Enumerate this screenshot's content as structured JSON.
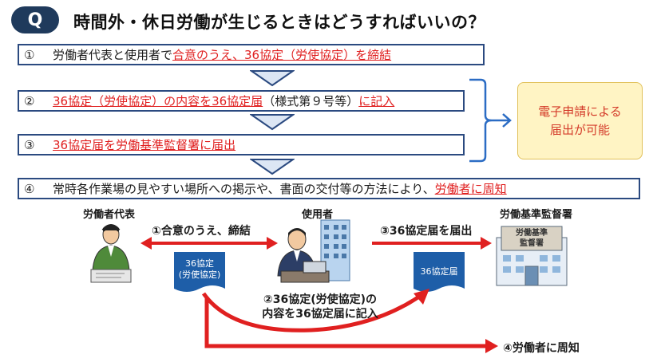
{
  "header": {
    "badge": "Q",
    "title": "時間外・休日労働が生じるときはどうすればいいの？"
  },
  "steps": [
    {
      "num": "①",
      "text1": "労働者代表と使用者で",
      "red1": "合意のうえ、36協定（労使協定）を締結",
      "text2": "",
      "red2": ""
    },
    {
      "num": "②",
      "text1": "",
      "red1": "36協定（労使協定）の内容を36協定届",
      "text2": "（様式第９号等）",
      "red2": "に記入"
    },
    {
      "num": "③",
      "text1": "",
      "red1": "36協定届を労働基準監督署に届出",
      "text2": "",
      "red2": ""
    },
    {
      "num": "④",
      "text1": "常時各作業場の見やすい場所への掲示や、書面の交付等の方法により、",
      "red1": "労働者に周知",
      "text2": "",
      "red2": ""
    }
  ],
  "note": {
    "line1": "電子申請による",
    "line2": "届出が可能"
  },
  "actors": {
    "worker": "労働者代表",
    "employer": "使用者",
    "office": "労働基準監督署",
    "sign_line1": "労働基準",
    "sign_line2": "監督署"
  },
  "flow": {
    "agree": "①合意のうえ、締結",
    "submit": "③36協定届を届出",
    "fill_line1": "②36協定(労使協定)の",
    "fill_line2": "内容を36協定届に記入",
    "notify": "④労働者に周知"
  },
  "docs": {
    "agreement_line1": "36協定",
    "agreement_line2": "(労使協定)",
    "form": "36協定届"
  },
  "colors": {
    "navy": "#2b4a80",
    "red": "#e02020",
    "doc_blue": "#1e5ea8",
    "note_bg": "#fff4c4"
  }
}
